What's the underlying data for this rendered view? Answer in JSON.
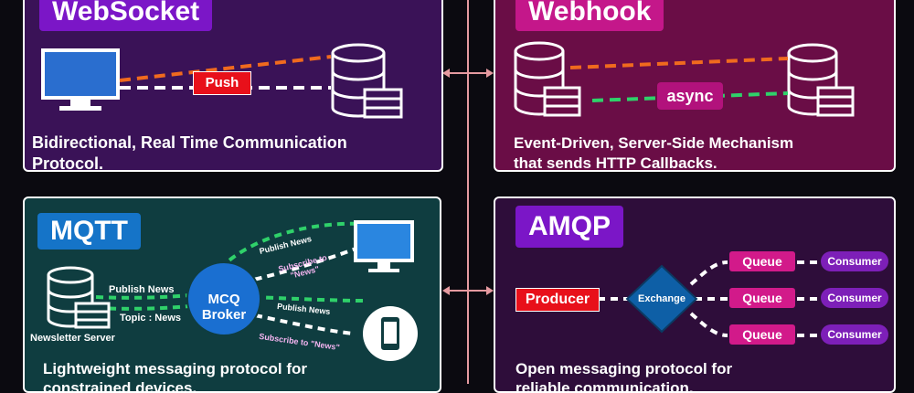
{
  "websocket": {
    "title": "WebSocket",
    "push_label": "Push",
    "description_line1": "Bidirectional, Real Time Communication",
    "description_line2": "Protocol."
  },
  "webhook": {
    "title": "Webhook",
    "async_label": "async",
    "description_line1": "Event-Driven, Server-Side Mechanism",
    "description_line2": "that sends HTTP Callbacks."
  },
  "mqtt": {
    "title": "MQTT",
    "broker_line1": "MCQ",
    "broker_line2": "Broker",
    "publish_news_left": "Publish News",
    "topic_news": "Topic : News",
    "newsletter_server": "Newsletter Server",
    "publish_news_top": "Publish News",
    "subscribe_top_line1": "Subscribe to",
    "subscribe_top_line2": "\"News\"",
    "publish_news_bottom": "Publish News",
    "subscribe_bottom": "Subscribe to \"News\"",
    "description_line1": "Lightweight messaging protocol for",
    "description_line2": "constrained devices."
  },
  "amqp": {
    "title": "AMQP",
    "producer": "Producer",
    "exchange": "Exchange",
    "queues": [
      "Queue",
      "Queue",
      "Queue"
    ],
    "consumers": [
      "Consumer",
      "Consumer",
      "Consumer"
    ],
    "description_line1": "Open messaging protocol for",
    "description_line2": "reliable communication."
  },
  "colors": {
    "websocket_bg": "#3a1257",
    "webhook_bg": "#6a0d46",
    "mqtt_bg": "#0f3d40",
    "amqp_bg": "#2e0d3a",
    "title_badge_purple": "#7b16c7",
    "title_badge_blue": "#1574c8",
    "push_red": "#e8101a",
    "dash_orange": "#f06a1e",
    "dash_green": "#2fd16a",
    "queue_magenta": "#d21a8a",
    "consumer_purple": "#7d1fb8",
    "exchange_blue": "#0e5fa6",
    "connector_pink": "#e59aa0"
  },
  "icons": [
    "monitor-icon",
    "database-server-icon",
    "mobile-phone-icon",
    "bidirectional-arrow-icon"
  ]
}
